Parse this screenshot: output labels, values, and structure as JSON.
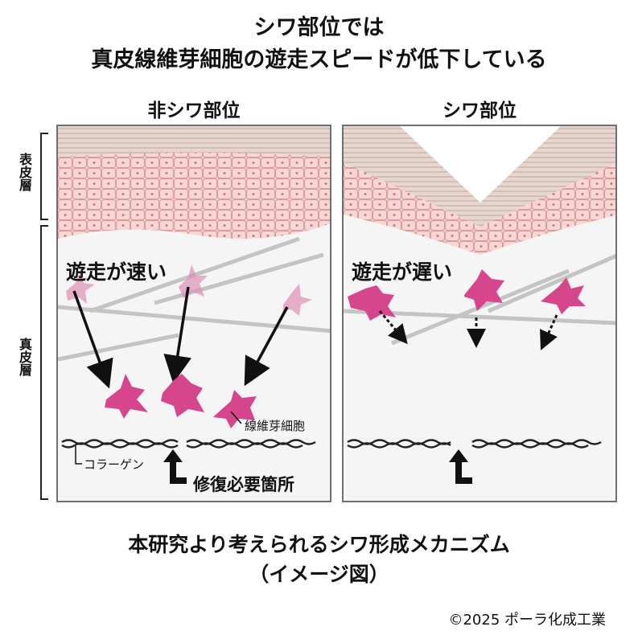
{
  "title": {
    "line1": "シワ部位では",
    "line2": "真皮線維芽細胞の遊走スピードが低下している"
  },
  "panels": {
    "left": {
      "label": "非シワ部位",
      "speed": "遊走が速い"
    },
    "right": {
      "label": "シワ部位",
      "speed": "遊走が遅い"
    }
  },
  "layers": {
    "epidermis": "表皮層",
    "dermis": "真皮層"
  },
  "labels": {
    "fibroblast": "線維芽細胞",
    "collagen": "コラーゲン",
    "repair_site": "修復必要箇所"
  },
  "caption": {
    "line1": "本研究より考えられるシワ形成メカニズム",
    "line2": "（イメージ図）"
  },
  "copyright": "©2025 ポーラ化成工業",
  "colors": {
    "fibroblast": "#d6468c",
    "epidermis": "#f2c4c4",
    "stratum_corneum": "#d9c3b8",
    "dermis_bg": "#f6f5f5",
    "collagen": "#222222"
  }
}
